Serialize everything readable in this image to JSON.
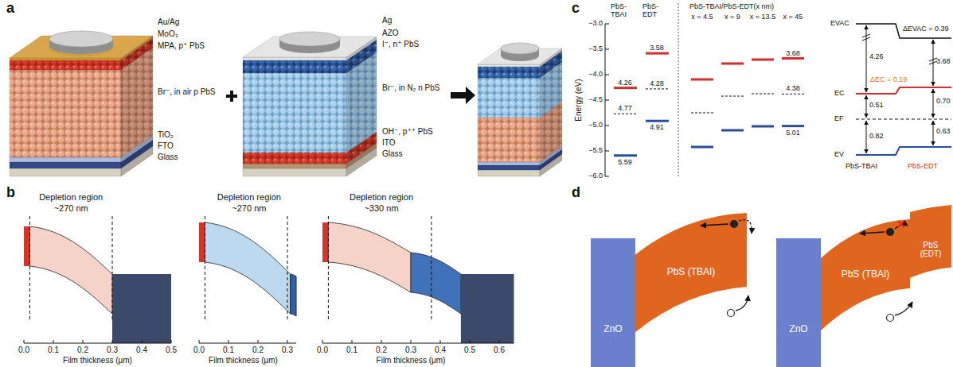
{
  "diagram": {
    "nodes": [
      {
        "text": [
          "ZnO"
        ]
      },
      {
        "text": [
          "PbS (TBAI)"
        ]
      },
      {
        "text": [
          "ZnO"
        ]
      },
      {
        "text": [
          "PbS (TBAI)"
        ]
      },
      {
        "text": [
          "PbS (EDT)"
        ]
      }
    ],
    "labels": [
      "a",
      "Au/Ag",
      "MoO₃",
      "MPA, p⁺ PbS",
      "Br⁻, in air p PbS",
      "TiO₂",
      "FTO",
      "Glass",
      "Ag",
      "AZO",
      "I⁻, n⁺ PbS",
      "Br⁻, in N₂ n PbS",
      "OH⁻, p⁺⁺ PbS",
      "ITO",
      "Glass",
      "b",
      "Depletion region",
      "~270 nm",
      "0.0",
      "0.1",
      "0.2",
      "0.3",
      "0.4",
      "0.5",
      "Film thickness (μm)",
      "Depletion region",
      "~270 nm",
      "0.0",
      "0.1",
      "0.2",
      "0.3",
      "Film thickness (μm)",
      "Depletion region",
      "~330 nm",
      "0.0",
      "0.1",
      "0.2",
      "0.3",
      "0.4",
      "0.5",
      "0.6",
      "Film thickness (μm)",
      "c",
      "Energy (eV)",
      "−3.0",
      "−3.5",
      "−4.0",
      "−4.5",
      "−5.0",
      "−5.5",
      "−6.0",
      "PbS- TBAI",
      "PbS- EDT",
      "PbS-TBAI/PbS-EDT(x nm)",
      "x = 4.5",
      "x = 9",
      "x = 13.5",
      "x = 45",
      "4.26",
      "4.77",
      "5.59",
      "3.58",
      "4.28",
      "4.91",
      "3.68",
      "4.38",
      "5.01",
      "EVAC",
      "ΔEVAC = 0.39",
      "4.26",
      "3.68",
      "ΔEC = 0.19",
      "EC",
      "0.51",
      "0.70",
      "EF",
      "0.82",
      "0.63",
      "EV",
      "PbS-TBAI",
      "PbS-EDT",
      "d"
    ]
  }
}
